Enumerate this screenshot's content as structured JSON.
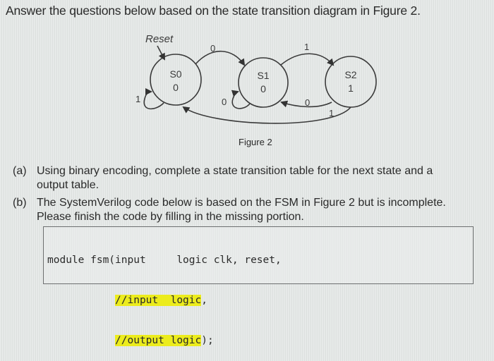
{
  "title": "Answer the questions below based on the state transition diagram in Figure 2.",
  "figure": {
    "caption": "Figure 2",
    "reset_label": "Reset",
    "states": [
      {
        "name": "S0",
        "output": "0"
      },
      {
        "name": "S1",
        "output": "0"
      },
      {
        "name": "S2",
        "output": "1"
      }
    ],
    "transitions": [
      {
        "from": "S0",
        "to": "S0",
        "label": "1"
      },
      {
        "from": "S0",
        "to": "S1",
        "label": "0"
      },
      {
        "from": "S1",
        "to": "S1",
        "label": "0"
      },
      {
        "from": "S1",
        "to": "S2",
        "label": "1"
      },
      {
        "from": "S2",
        "to": "S1",
        "label": "0"
      },
      {
        "from": "S2",
        "to": "S0",
        "label": "1"
      }
    ]
  },
  "questions": {
    "a": {
      "label": "(a)",
      "line1": "Using binary encoding, complete a state transition table for the next state and a",
      "line2": "output table."
    },
    "b": {
      "label": "(b)",
      "line1": "The SystemVerilog code below is based on the FSM in Figure 2 but is incomplete.",
      "line2": "Please finish the code by filling in the missing portion."
    }
  },
  "code": {
    "line1": "module fsm(input     logic clk, reset,",
    "line2_indent": "           ",
    "line2_hl": "//input  logic",
    "line2_tail": ",",
    "line3_indent": "           ",
    "line3_hl": "//output logic",
    "line3_tail": ");",
    "highlight_color": "#ecec1c"
  }
}
